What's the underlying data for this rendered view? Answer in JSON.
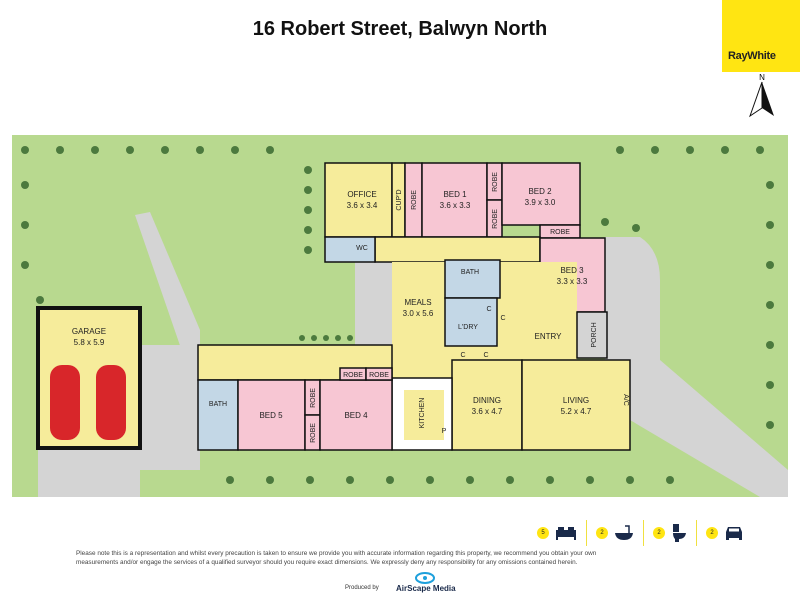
{
  "title": "16 Robert Street, Balwyn North",
  "brand": {
    "name": "RayWhite",
    "color": "#ffe512"
  },
  "north_label": "N",
  "colors": {
    "lawn": "#b8d98f",
    "bedroom": "#f7c6d3",
    "living": "#f6ec9b",
    "wet": "#c3d7e6",
    "paving": "#d4d4d4"
  },
  "rooms": {
    "office": {
      "name": "OFFICE",
      "dims": "3.6 x 3.4"
    },
    "cupd": {
      "name": "CUP'D"
    },
    "bed1": {
      "name": "BED 1",
      "dims": "3.6 x 3.3"
    },
    "bed2": {
      "name": "BED 2",
      "dims": "3.9 x 3.0"
    },
    "bed3": {
      "name": "BED 3",
      "dims": "3.3 x 3.3"
    },
    "bed4": {
      "name": "BED 4"
    },
    "bed5": {
      "name": "BED 5"
    },
    "wc": {
      "name": "WC"
    },
    "bath1": {
      "name": "BATH"
    },
    "bath2": {
      "name": "BATH"
    },
    "meals": {
      "name": "MEALS",
      "dims": "3.0 x 5.6"
    },
    "laundry": {
      "name": "L'DRY"
    },
    "entry": {
      "name": "ENTRY"
    },
    "porch": {
      "name": "PORCH"
    },
    "dining": {
      "name": "DINING",
      "dims": "3.6 x 4.7"
    },
    "living": {
      "name": "LIVING",
      "dims": "5.2 x 4.7"
    },
    "kitchen": {
      "name": "KITCHEN"
    },
    "garage": {
      "name": "GARAGE",
      "dims": "5.8 x 5.9"
    },
    "robe": "ROBE",
    "cupboard": "C",
    "pantry": "P",
    "ac": "A/C"
  },
  "features": [
    {
      "icon": "bed-icon",
      "count": "5"
    },
    {
      "icon": "bath-icon",
      "count": "2"
    },
    {
      "icon": "toilet-icon",
      "count": "2"
    },
    {
      "icon": "car-icon",
      "count": "2"
    }
  ],
  "disclaimer": "Please note this is a representation and whilst every precaution is taken to ensure we provide you with accurate information regarding this property, we recommend you obtain your own measurements and/or engage the services of a qualified surveyor should you require exact dimensions. We expressly deny any responsibility for any omissions contained herein.",
  "produced_by": "Produced by",
  "producer": "AirScape Media"
}
